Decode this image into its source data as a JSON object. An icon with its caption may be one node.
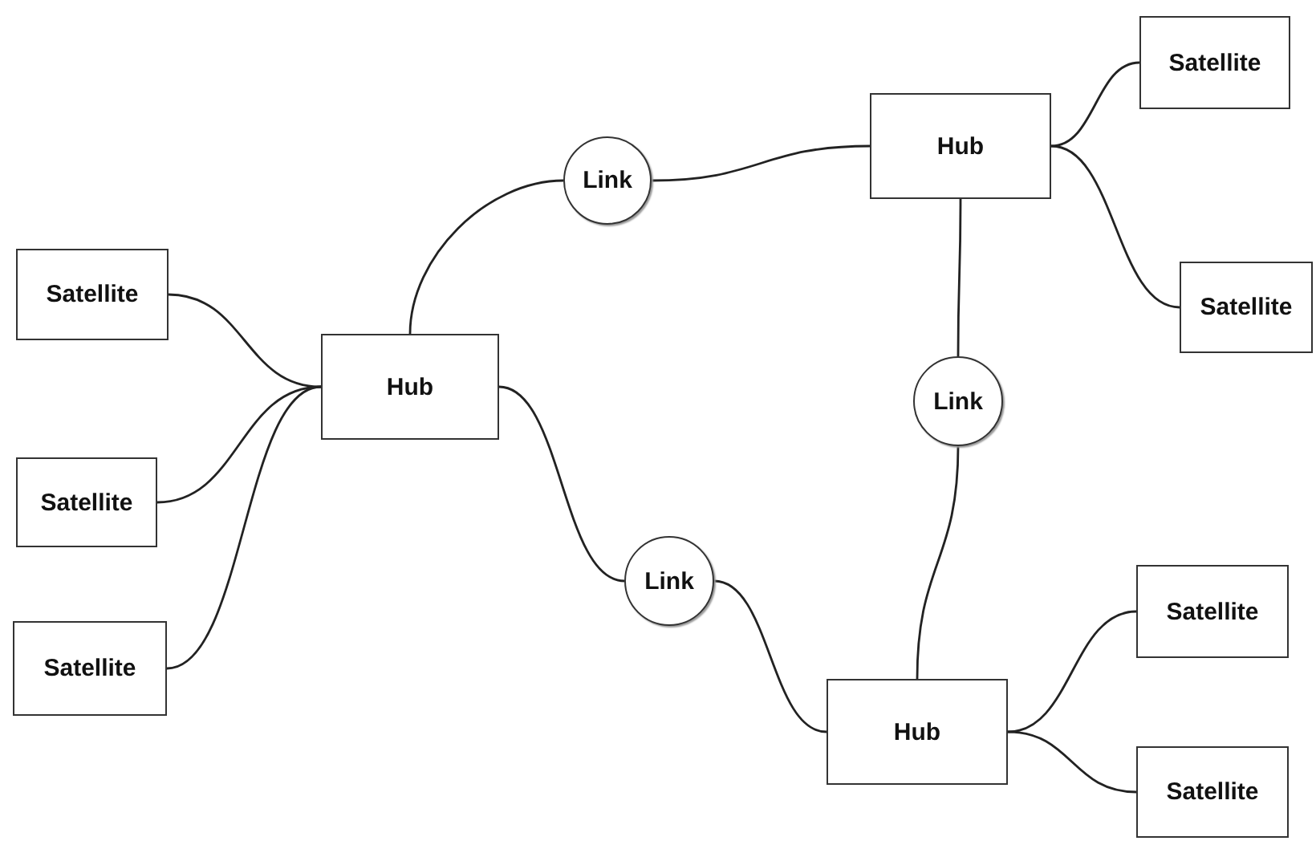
{
  "diagram": {
    "nodes": [
      {
        "text": [
          "Satellite"
        ]
      },
      {
        "text": [
          "Satellite"
        ]
      },
      {
        "text": [
          "Satellite"
        ]
      },
      {
        "text": [
          "Hub"
        ]
      },
      {
        "text": [
          "Link"
        ]
      },
      {
        "text": [
          "Hub"
        ]
      },
      {
        "text": [
          "Satellite"
        ]
      },
      {
        "text": [
          "Satellite"
        ]
      },
      {
        "text": [
          "Link"
        ]
      },
      {
        "text": [
          "Link"
        ]
      },
      {
        "text": [
          "Hub"
        ]
      },
      {
        "text": [
          "Satellite"
        ]
      },
      {
        "text": [
          "Satellite"
        ]
      }
    ],
    "edges": [
      {
        "from": 0,
        "to": 3,
        "arrow": "none"
      },
      {
        "from": 1,
        "to": 3,
        "arrow": "none"
      },
      {
        "from": 2,
        "to": 3,
        "arrow": "none"
      },
      {
        "from": 3,
        "to": 4,
        "arrow": "none"
      },
      {
        "from": 4,
        "to": 5,
        "arrow": "none"
      },
      {
        "from": 5,
        "to": 6,
        "arrow": "none"
      },
      {
        "from": 5,
        "to": 7,
        "arrow": "none"
      },
      {
        "from": 5,
        "to": 8,
        "arrow": "none"
      },
      {
        "from": 8,
        "to": 10,
        "arrow": "none"
      },
      {
        "from": 3,
        "to": 9,
        "arrow": "none"
      },
      {
        "from": 9,
        "to": 10,
        "arrow": "none"
      },
      {
        "from": 10,
        "to": 11,
        "arrow": "none"
      },
      {
        "from": 10,
        "to": 12,
        "arrow": "none"
      }
    ]
  }
}
